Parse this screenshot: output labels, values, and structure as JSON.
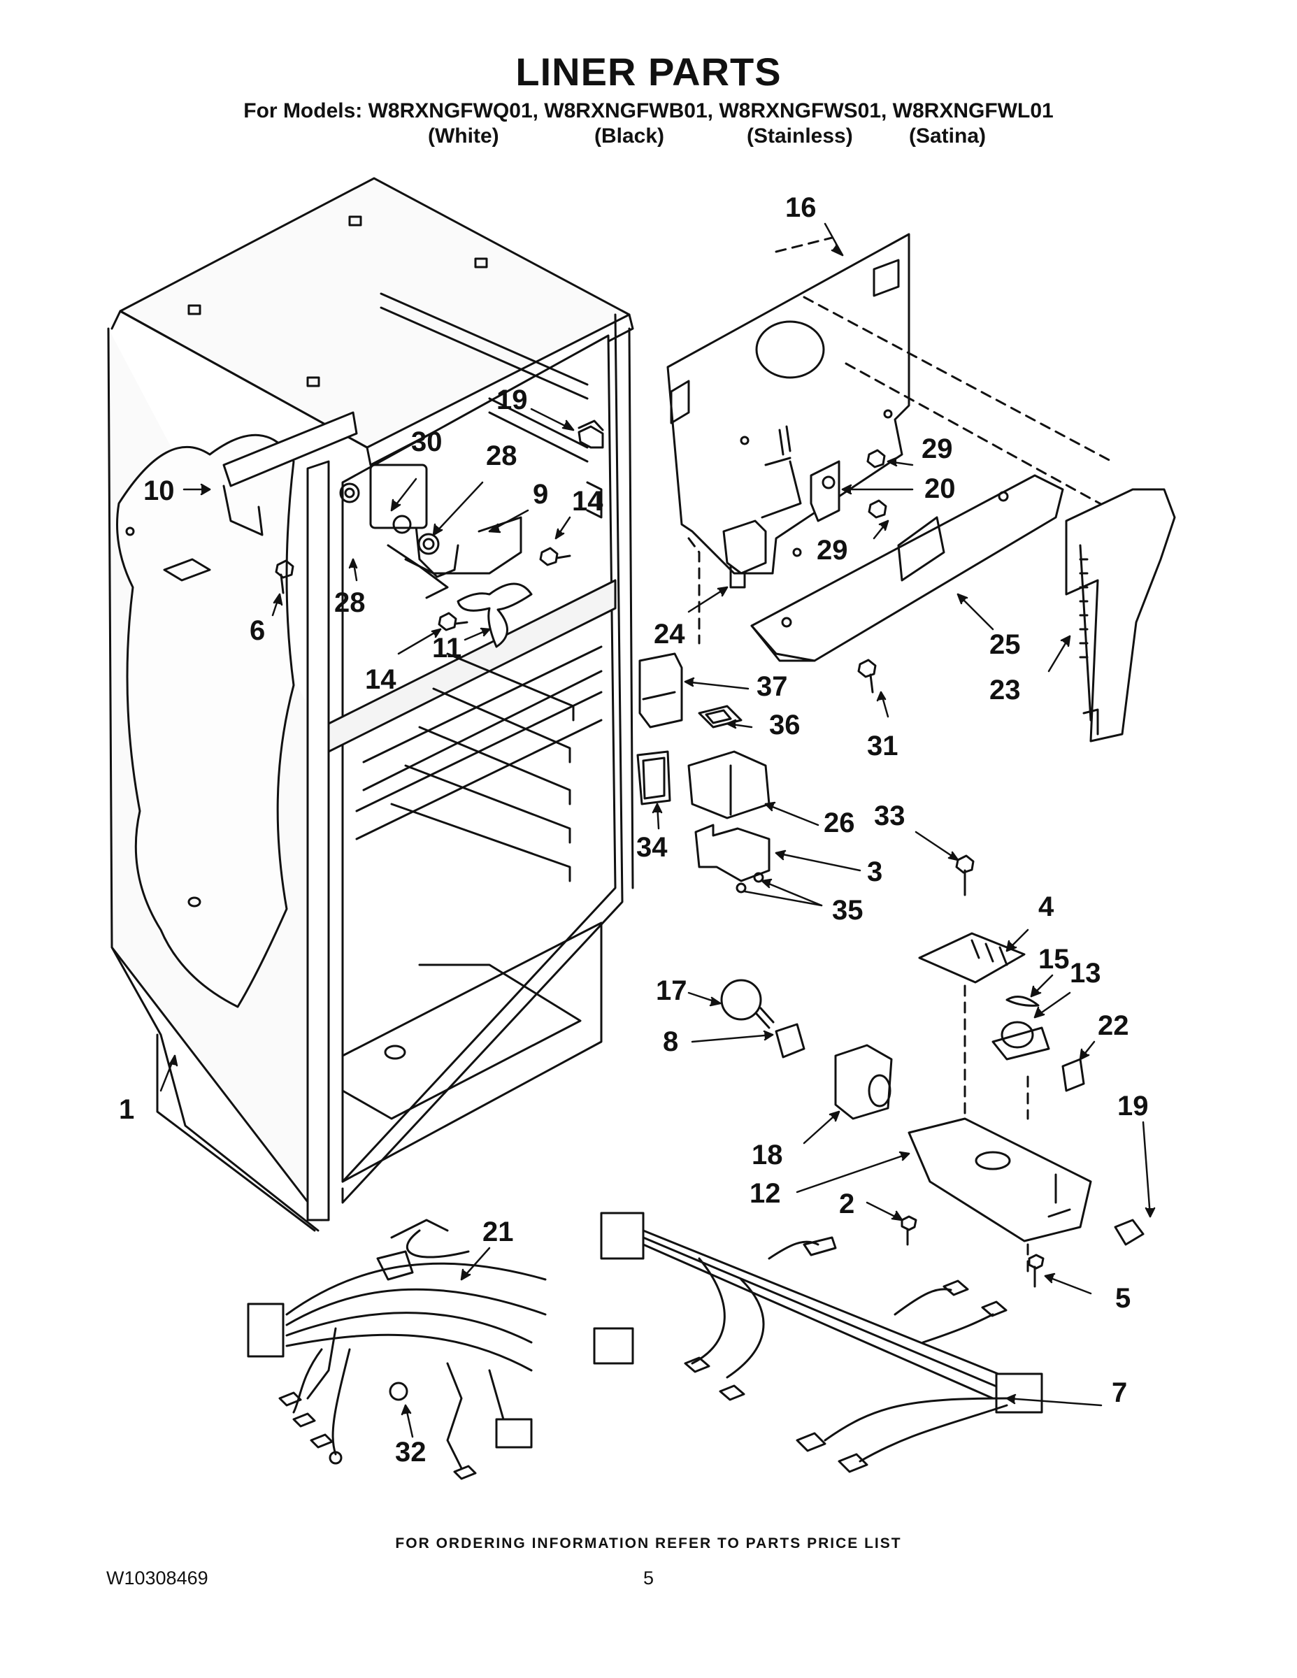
{
  "header": {
    "title": "LINER PARTS",
    "models_line": "For Models: W8RXNGFWQ01, W8RXNGFWB01, W8RXNGFWS01, W8RXNGFWL01",
    "finishes": [
      "(White)",
      "(Black)",
      "(Stainless)",
      "(Satina)"
    ]
  },
  "callouts": {
    "c1": "1",
    "c2": "2",
    "c3": "3",
    "c4": "4",
    "c5": "5",
    "c6": "6",
    "c7": "7",
    "c8": "8",
    "c9": "9",
    "c10": "10",
    "c11": "11",
    "c12": "12",
    "c13": "13",
    "c14a": "14",
    "c14b": "14",
    "c15": "15",
    "c16": "16",
    "c17": "17",
    "c18": "18",
    "c19a": "19",
    "c19b": "19",
    "c20": "20",
    "c21": "21",
    "c22": "22",
    "c23": "23",
    "c24": "24",
    "c25": "25",
    "c26": "26",
    "c28a": "28",
    "c28b": "28",
    "c29a": "29",
    "c29b": "29",
    "c30": "30",
    "c31": "31",
    "c32": "32",
    "c33": "33",
    "c34": "34",
    "c35": "35",
    "c36": "36",
    "c37": "37"
  },
  "footer": {
    "ordering": "FOR ORDERING INFORMATION REFER TO PARTS PRICE LIST",
    "doc_number": "W10308469",
    "page_number": "5"
  }
}
